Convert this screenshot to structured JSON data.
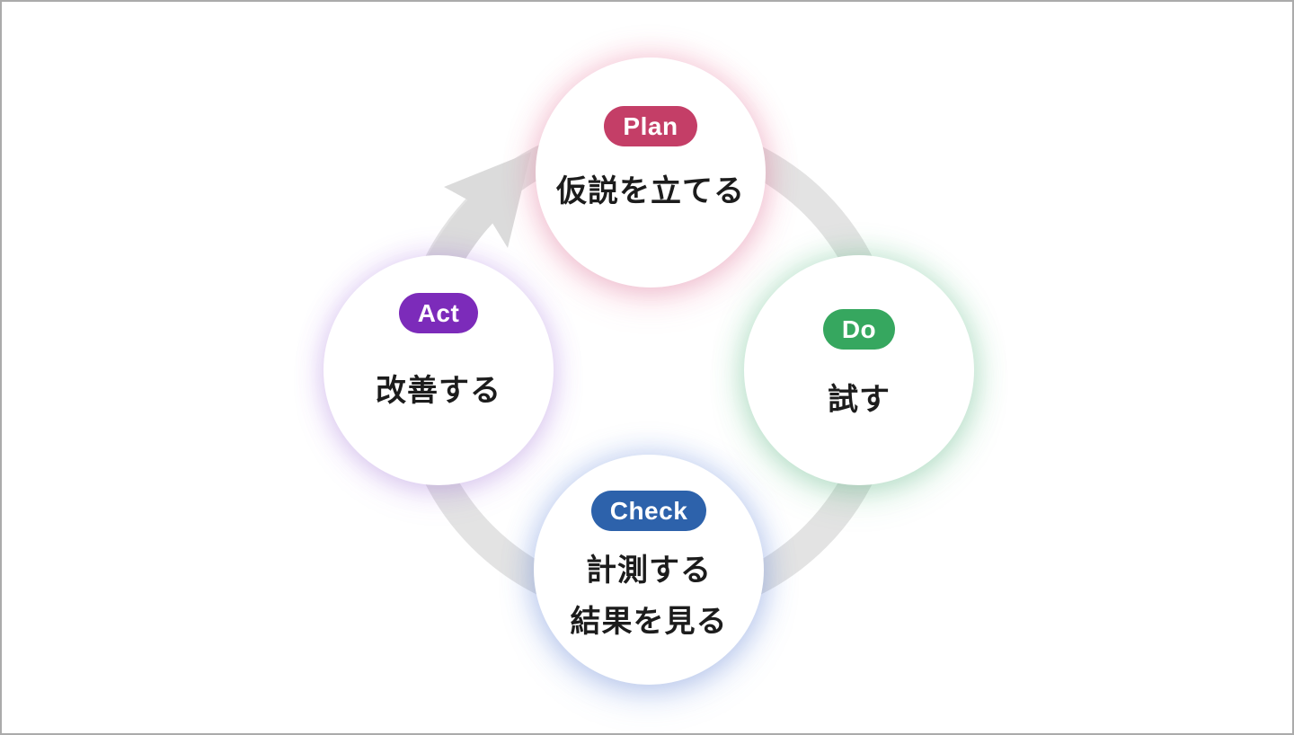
{
  "frame": {
    "background_color": "#FFFFFF",
    "border_color": "#ABABAB"
  },
  "cycle": {
    "ring_color": "#E3E3E3",
    "arrow_color": "#DBDBDB",
    "text_color": "#1C1C1C",
    "steps": [
      {
        "key": "plan",
        "badge": "Plan",
        "badge_color": "#C43E67",
        "lines": [
          "仮説を立てる"
        ]
      },
      {
        "key": "do",
        "badge": "Do",
        "badge_color": "#36A75F",
        "lines": [
          "試す"
        ]
      },
      {
        "key": "check",
        "badge": "Check",
        "badge_color": "#2D62AB",
        "lines": [
          "計測する",
          "結果を見る"
        ]
      },
      {
        "key": "act",
        "badge": "Act",
        "badge_color": "#7C2BBA",
        "lines": [
          "改善する"
        ]
      }
    ]
  }
}
